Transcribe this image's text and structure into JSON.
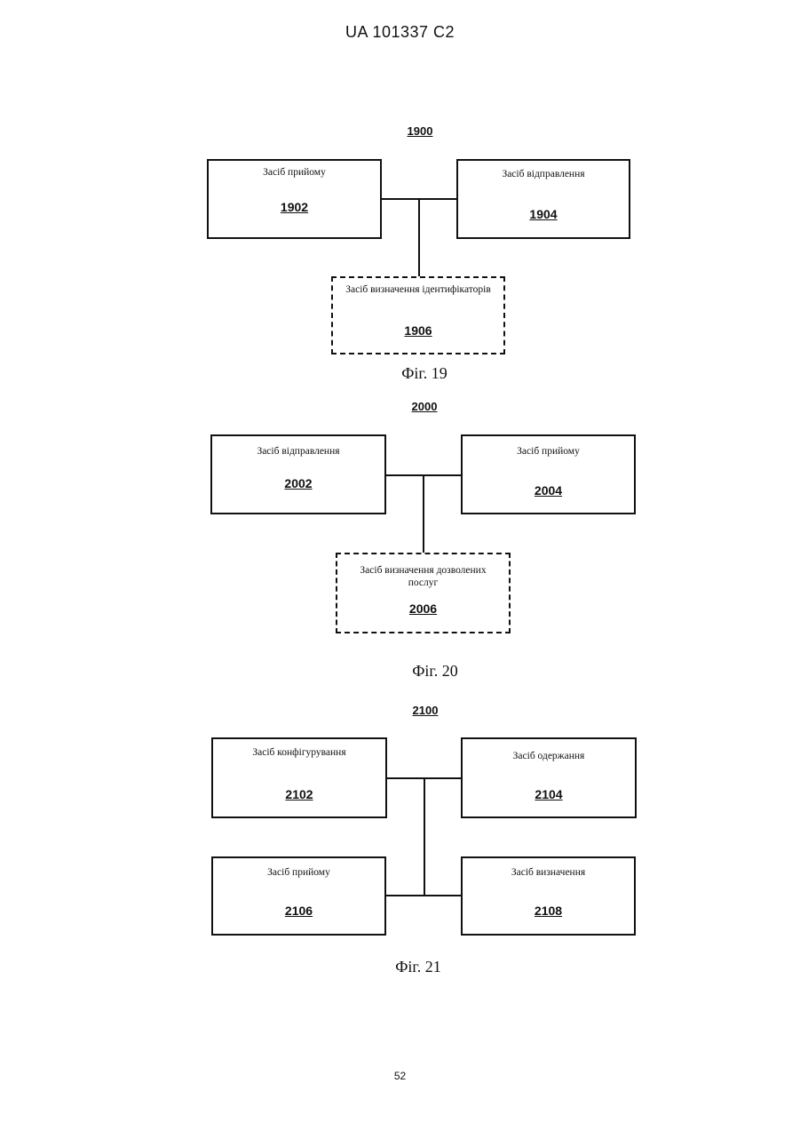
{
  "header": "UA   101337   C2",
  "page_number": "52",
  "fig19": {
    "ref": "1900",
    "caption": "Фіг. 19",
    "boxes": [
      {
        "title": "Засіб прийому",
        "num": "1902"
      },
      {
        "title": "Засіб відправлення",
        "num": "1904"
      },
      {
        "title": "Засіб визначення ідентифікаторів",
        "num": "1906"
      }
    ]
  },
  "fig20": {
    "ref": "2000",
    "caption": "Фіг. 20",
    "boxes": [
      {
        "title": "Засіб відправлення",
        "num": "2002"
      },
      {
        "title": "Засіб прийому",
        "num": "2004"
      },
      {
        "title": "Засіб визначення дозволених послуг",
        "num": "2006"
      }
    ]
  },
  "fig21": {
    "ref": "2100",
    "caption": "Фіг. 21",
    "boxes": [
      {
        "title": "Засіб конфігурування",
        "num": "2102"
      },
      {
        "title": "Засіб одержання",
        "num": "2104"
      },
      {
        "title": "Засіб прийому",
        "num": "2106"
      },
      {
        "title": "Засіб визначення",
        "num": "2108"
      }
    ]
  }
}
